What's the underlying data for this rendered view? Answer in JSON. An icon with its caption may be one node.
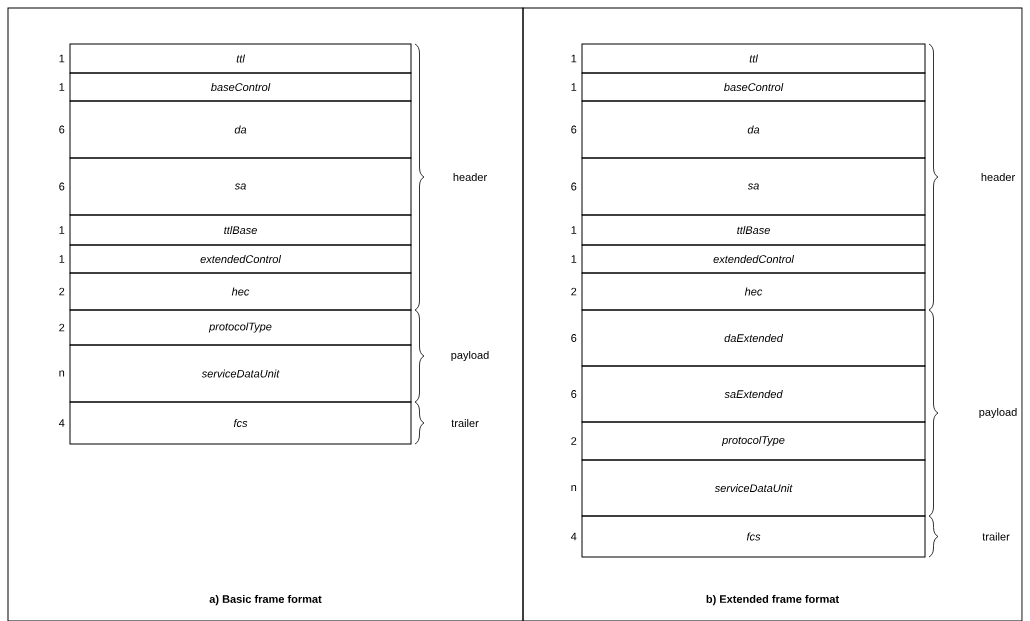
{
  "diagram": {
    "nodes": [
      {
        "text": [
          "a) Basic frame format"
        ]
      },
      {
        "text": [
          "ttl"
        ],
        "in": 0,
        "beside": [
          "1"
        ]
      },
      {
        "text": [
          "baseControl"
        ],
        "in": 0,
        "beside": [
          "1"
        ]
      },
      {
        "text": [
          "da"
        ],
        "in": 0,
        "beside": [
          "6"
        ]
      },
      {
        "text": [
          "sa"
        ],
        "in": 0,
        "beside": [
          "6"
        ]
      },
      {
        "text": [
          "ttlBase"
        ],
        "in": 0,
        "beside": [
          "1"
        ]
      },
      {
        "text": [
          "extendedControl"
        ],
        "in": 0,
        "beside": [
          "1"
        ]
      },
      {
        "text": [
          "hec"
        ],
        "in": 0,
        "beside": [
          "2"
        ]
      },
      {
        "text": [
          "protocolType"
        ],
        "in": 0,
        "beside": [
          "2"
        ]
      },
      {
        "text": [
          "serviceDataUnit"
        ],
        "in": 0,
        "beside": [
          "n"
        ]
      },
      {
        "text": [
          "fcs"
        ],
        "in": 0,
        "beside": [
          "4"
        ]
      },
      {
        "text": [
          "b) Extended frame format"
        ]
      },
      {
        "text": [
          "ttl"
        ],
        "in": 11,
        "beside": [
          "1"
        ]
      },
      {
        "text": [
          "baseControl"
        ],
        "in": 11,
        "beside": [
          "1"
        ]
      },
      {
        "text": [
          "da"
        ],
        "in": 11,
        "beside": [
          "6"
        ]
      },
      {
        "text": [
          "sa"
        ],
        "in": 11,
        "beside": [
          "6"
        ]
      },
      {
        "text": [
          "ttlBase"
        ],
        "in": 11,
        "beside": [
          "1"
        ]
      },
      {
        "text": [
          "extendedControl"
        ],
        "in": 11,
        "beside": [
          "1"
        ]
      },
      {
        "text": [
          "hec"
        ],
        "in": 11,
        "beside": [
          "2"
        ]
      },
      {
        "text": [
          "daExtended"
        ],
        "in": 11,
        "beside": [
          "6"
        ]
      },
      {
        "text": [
          "saExtended"
        ],
        "in": 11,
        "beside": [
          "6"
        ]
      },
      {
        "text": [
          "protocolType"
        ],
        "in": 11,
        "beside": [
          "2"
        ]
      },
      {
        "text": [
          "serviceDataUnit"
        ],
        "in": 11,
        "beside": [
          "n"
        ]
      },
      {
        "text": [
          "fcs"
        ],
        "in": 11,
        "beside": [
          "4"
        ]
      }
    ],
    "labels": [
      "header",
      "payload",
      "trailer",
      "header",
      "payload",
      "trailer"
    ]
  }
}
